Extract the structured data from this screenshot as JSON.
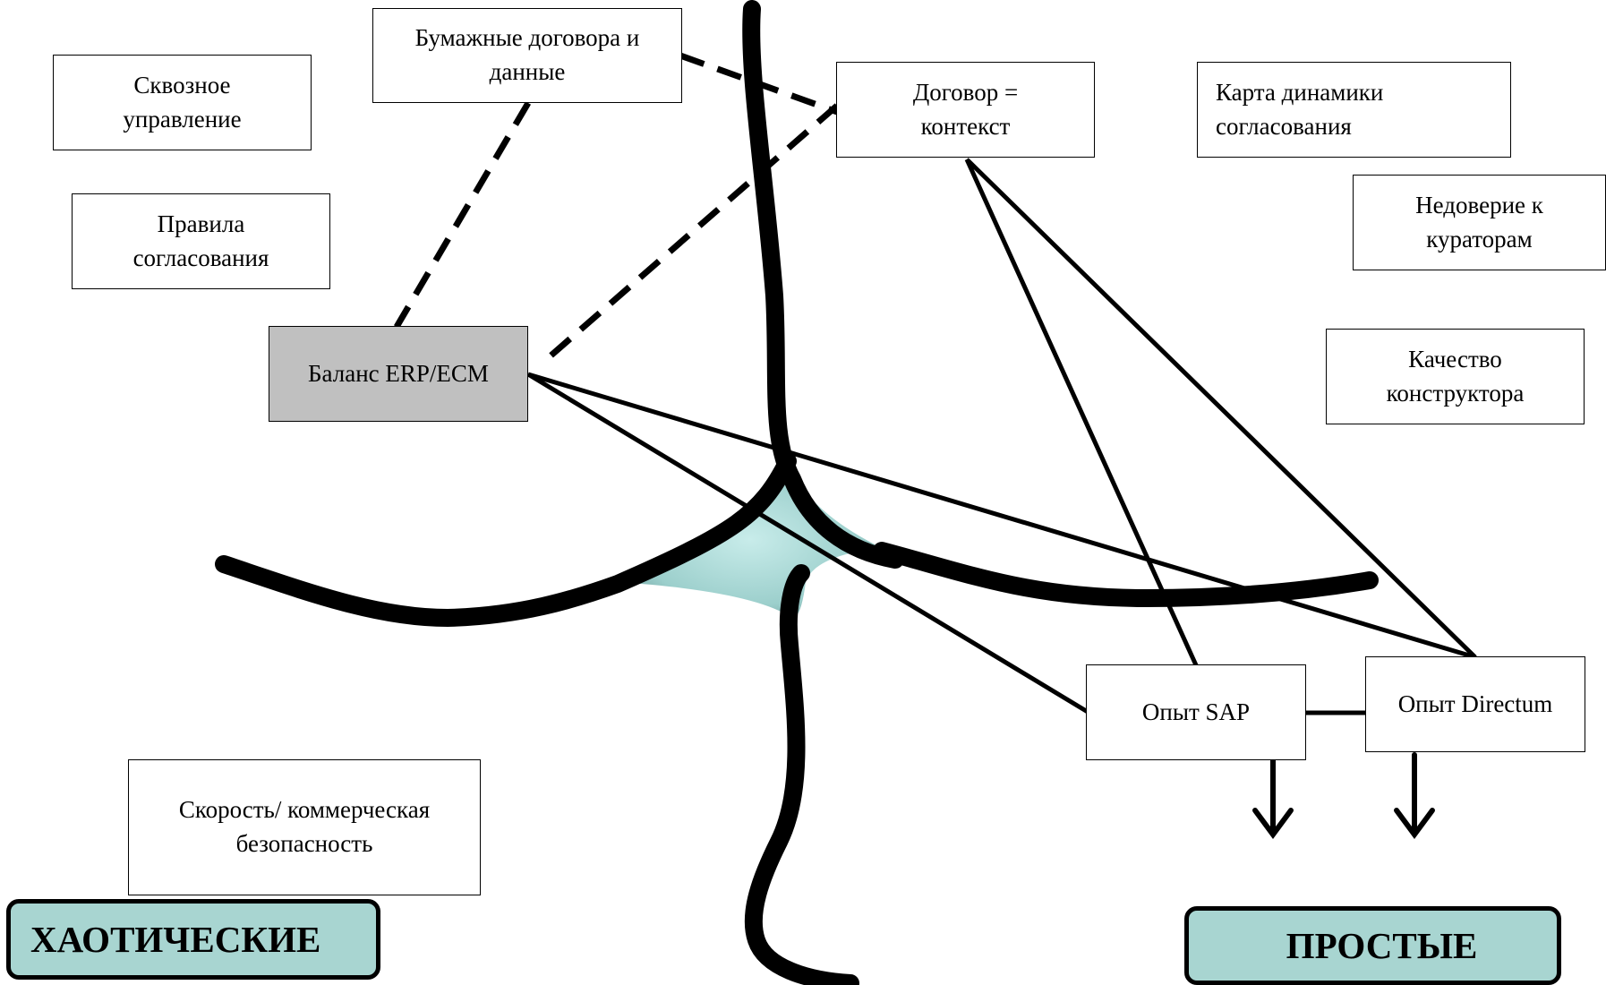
{
  "boxes": {
    "skvoznoe": "Сквозное\nуправление",
    "pravila": "Правила\nсогласования",
    "bumazhnye": "Бумажные договора и\nданные",
    "dogovor": "Договор =\nконтекст",
    "karta": "Карта  динамики\nсогласования",
    "nedoverie": "Недоверие к\nкураторам",
    "kachestvo": "Качество\nконструктора",
    "balans": "Баланс ERP/ECM",
    "opyt_sap": "Опыт SAP",
    "opyt_directum": "Опыт Directum",
    "skorost": "Скорость/ коммерческая\nбезопасность"
  },
  "corner_labels": {
    "chaotic": "ХАОТИЧЕСКИЕ",
    "simple": "ПРОСТЫЕ"
  },
  "colors": {
    "corner_fill": "#a8d5d1",
    "center_fill": "#a8d8d6",
    "highlight_box": "#c0c0c0",
    "stroke": "#000000"
  }
}
